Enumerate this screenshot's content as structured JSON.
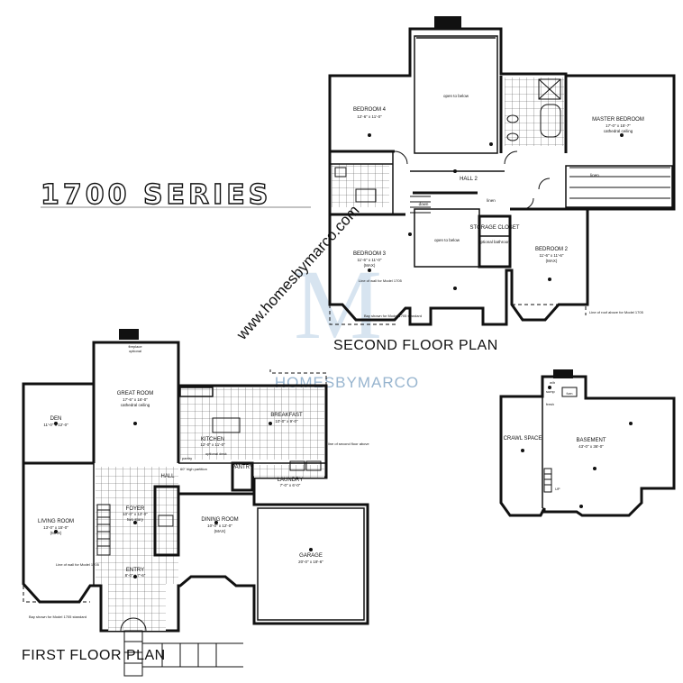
{
  "series_title": "1700 SERIES",
  "watermark": {
    "url": "www.homesbymarco.com",
    "brand": "HOMESBYMARCO",
    "logo_letter": "M"
  },
  "second_floor": {
    "title": "SECOND FLOOR PLAN",
    "rooms": {
      "bedroom4": {
        "name": "BEDROOM 4",
        "size": "12'-6\" x 11'-0\""
      },
      "open_to_below_top": {
        "name": "open to below"
      },
      "master": {
        "name": "MASTER BEDROOM",
        "size": "17'-0\" x 15'-7\"",
        "note": "cathedral ceiling"
      },
      "hall2": {
        "name": "HALL 2"
      },
      "bedroom3": {
        "name": "BEDROOM 3",
        "size": "11'-6\" x 11'-0\"",
        "extra": "(MAX)"
      },
      "open_to_below_mid": {
        "name": "open to below"
      },
      "storage": {
        "name": "STORAGE CLOSET",
        "note": "optional bathroom"
      },
      "bedroom2": {
        "name": "BEDROOM 2",
        "size": "11'-6\" x 11'-6\"",
        "extra": "(MAX)"
      },
      "linen_a": {
        "name": "linen"
      },
      "linen_b": {
        "name": "linen"
      },
      "down": {
        "name": "down"
      }
    },
    "notes": {
      "wall_line": "Line of wall for Model 1705",
      "bay": "Bay shown for Model 1705 standard",
      "roof_line": "Line of roof above for Model 1705"
    }
  },
  "first_floor": {
    "title": "FIRST FLOOR PLAN",
    "rooms": {
      "great_room": {
        "name": "GREAT ROOM",
        "size": "17'-6\" x 16'-0\"",
        "note": "cathedral ceiling"
      },
      "fireplace": {
        "name": "fireplace",
        "note": "optional"
      },
      "den": {
        "name": "DEN",
        "size": "11'-0\" x 12'-0\""
      },
      "breakfast": {
        "name": "BREAKFAST",
        "size": "10'-0\" x 9'-0\""
      },
      "kitchen": {
        "name": "KITCHEN",
        "size": "12'-0\" x 11'-0\""
      },
      "optional_desk": {
        "name": "optional desk"
      },
      "pantry_small": {
        "name": "pantry"
      },
      "hall": {
        "name": "HALL"
      },
      "pantry": {
        "name": "PANTRY"
      },
      "laundry": {
        "name": "LAUNDRY",
        "size": "7'-0\" x 6'-0\""
      },
      "living": {
        "name": "LIVING ROOM",
        "size": "13'-0\" x 15'-0\"",
        "extra": "(MAX)"
      },
      "foyer": {
        "name": "FOYER",
        "size": "10'-0\" x 13'-0\"",
        "note": "two story"
      },
      "dining": {
        "name": "DINING ROOM",
        "size": "10'-0\" x 12'-0\"",
        "extra": "(MAX)"
      },
      "entry": {
        "name": "ENTRY",
        "size": "8'-0\" x 7'-6\""
      },
      "garage": {
        "name": "GARAGE",
        "size": "20'-0\" x 19'-6\""
      }
    },
    "notes": {
      "partition": "60\" high partition",
      "second_floor_line": "line of second floor above",
      "wall_line": "Line of wall for Model 1705",
      "bay": "Bay shown for Model 1705 standard"
    }
  },
  "basement": {
    "rooms": {
      "basement": {
        "name": "BASEMENT",
        "size": "43'-0\" x 36'-0\""
      },
      "crawl": {
        "name": "CRAWL SPACE"
      },
      "furn": {
        "name": "furn"
      },
      "w_h": {
        "name": "w/h"
      },
      "sump": {
        "name": "sump"
      },
      "fresh": {
        "name": "fresh"
      },
      "up": {
        "name": "UP"
      }
    }
  }
}
